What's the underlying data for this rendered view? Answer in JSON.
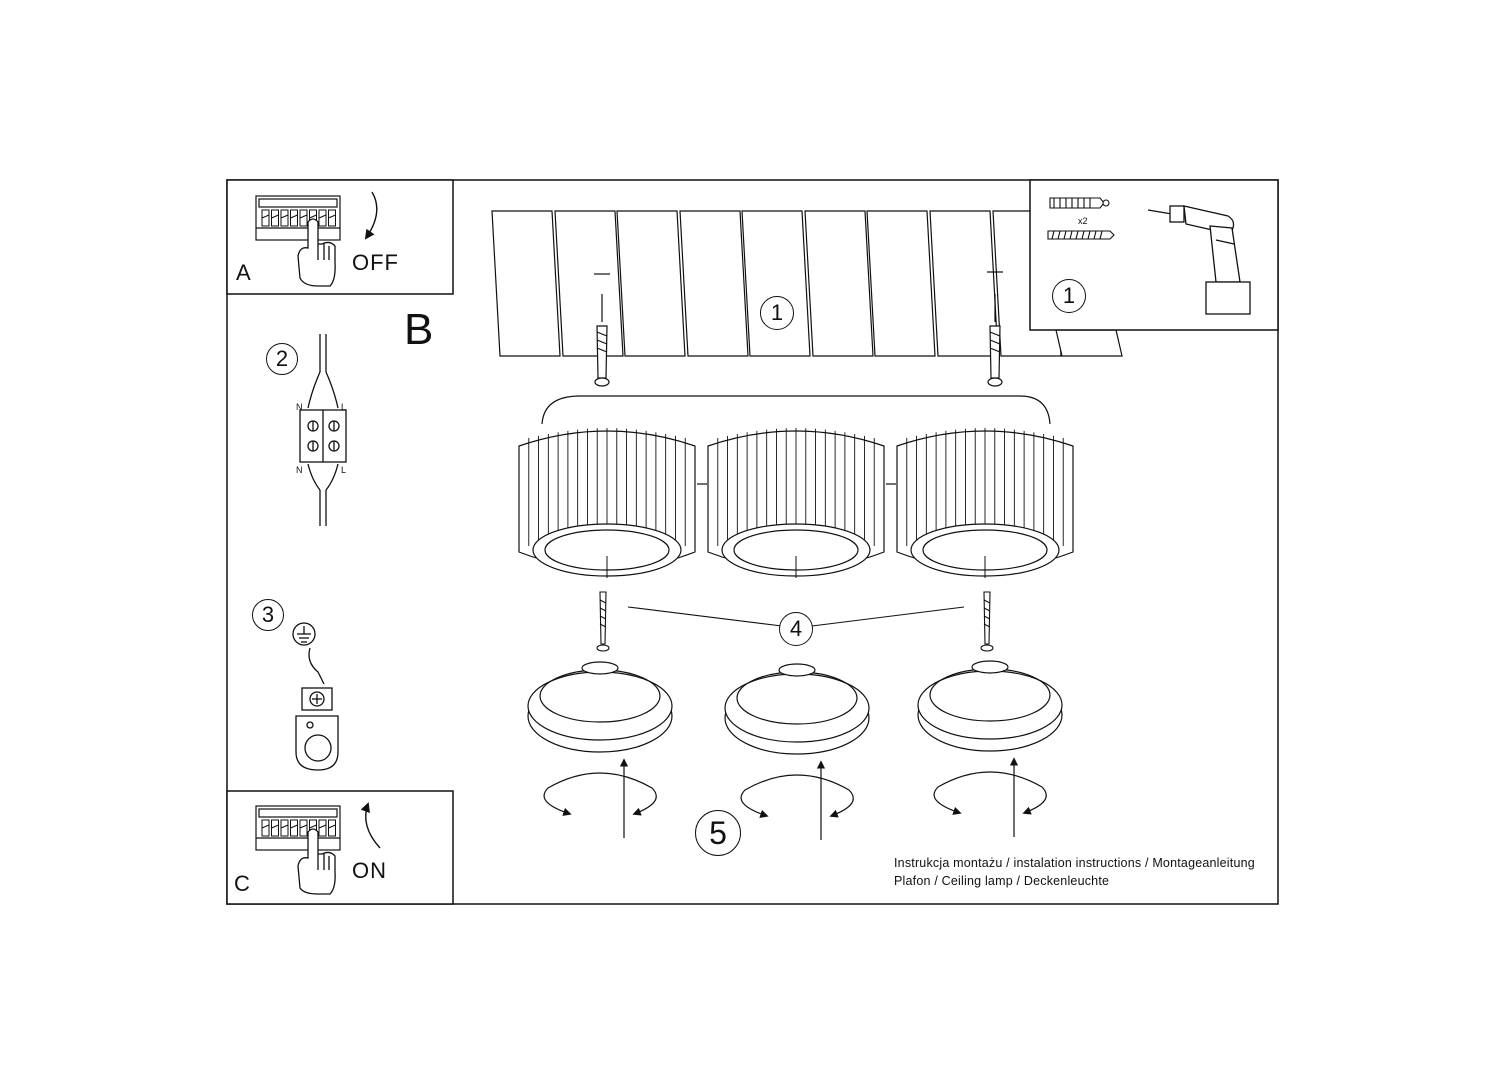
{
  "panels": {
    "a": {
      "letter": "A",
      "state": "OFF"
    },
    "b": {
      "letter": "B"
    },
    "c": {
      "letter": "C",
      "state": "ON"
    }
  },
  "steps": {
    "s1_main": "1",
    "s1_tools": "1",
    "s2": "2",
    "s3": "3",
    "s4": "4",
    "s5": "5"
  },
  "tools": {
    "quantity": "x2"
  },
  "terminal": {
    "n_top": "N",
    "l_top": "L",
    "n_bottom": "N",
    "l_bottom": "L"
  },
  "footer": {
    "line1": "Instrukcja montażu / instalation instructions / Montageanleitung",
    "line2": "Plafon / Ceiling lamp / Deckenleuchte"
  }
}
